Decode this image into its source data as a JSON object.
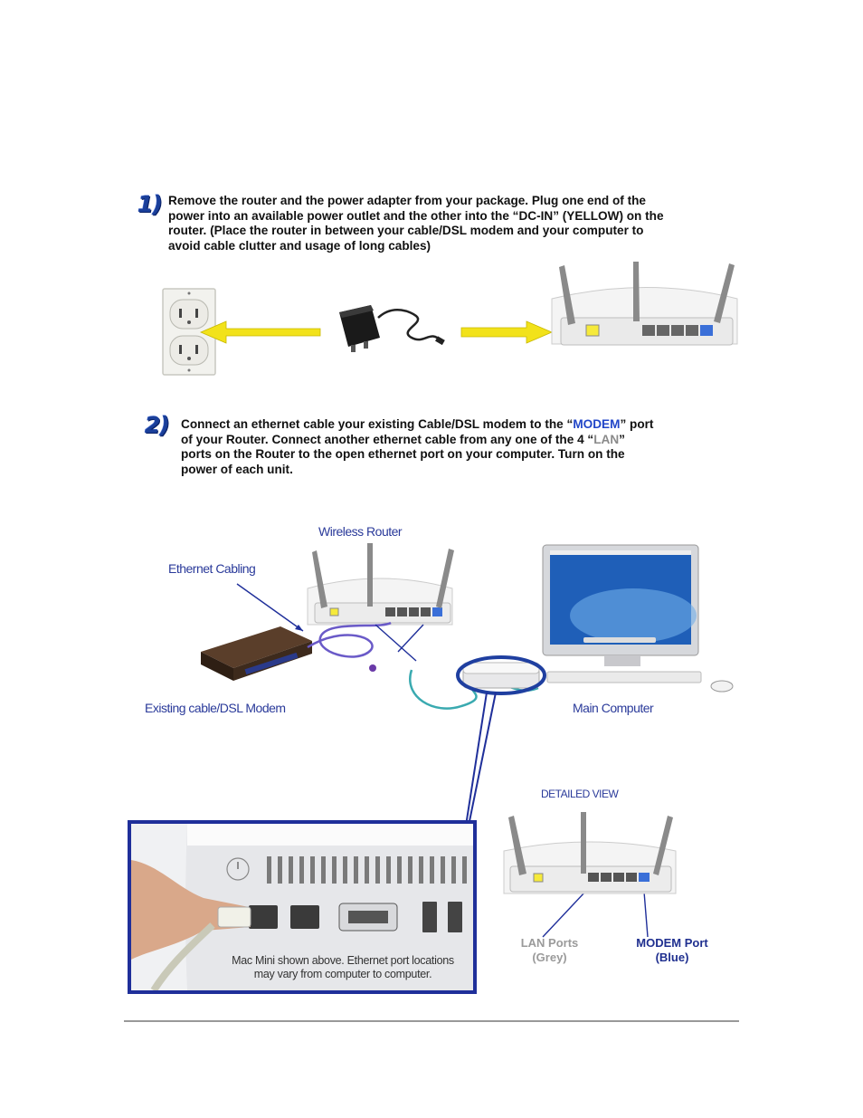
{
  "step1": {
    "number": "1)",
    "line1": "Remove the router and the power adapter from your package.   Plug one end of the",
    "line2": "power into an available power outlet and the other into the “DC-IN” (YELLOW) on the",
    "line3": "router. (Place the router in between your cable/DSL modem and your computer to",
    "line4": "avoid cable clutter and usage of long cables)"
  },
  "step2": {
    "number": "2)",
    "line1_pre": "Connect an ethernet cable your existing Cable/DSL modem to the “",
    "line1_modem": "MODEM",
    "line1_post": "” port",
    "line2_pre": "of your Router.  Connect another ethernet cable from any one of the 4 “",
    "line2_lan": "LAN",
    "line2_post": "”",
    "line3": "ports on the Router to the open ethernet port on your computer.  Turn on the",
    "line4": "power of each unit."
  },
  "diagram": {
    "wireless_router": "Wireless Router",
    "ethernet_cabling": "Ethernet Cabling",
    "existing_modem": "Existing cable/DSL Modem",
    "main_computer": "Main Computer",
    "detailed_view": "DETAILED VIEW",
    "lan_ports_line1": "LAN Ports",
    "lan_ports_line2": "(Grey)",
    "modem_port_line1": "MODEM Port",
    "modem_port_line2": "(Blue)",
    "mac_caption_line1": "Mac Mini shown above.  Ethernet port locations",
    "mac_caption_line2": "may vary from computer to computer."
  },
  "colors": {
    "step_number": "#1a3f9a",
    "modem_accent": "#2146c8",
    "lan_accent": "#8a8a8a",
    "arrow_yellow": "#f2e21a",
    "connector_blue": "#1f2f9a"
  },
  "icons": {
    "outlet": "power-outlet-icon",
    "adapter": "power-adapter-icon",
    "router": "router-icon"
  }
}
